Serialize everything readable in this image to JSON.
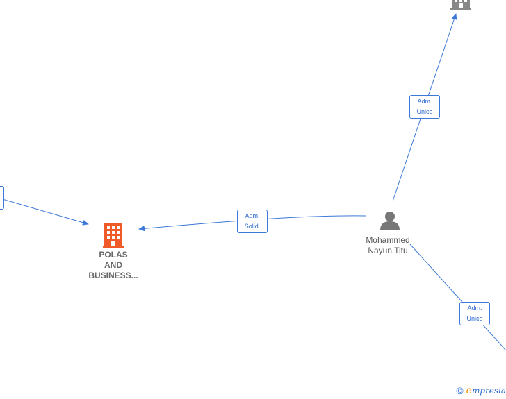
{
  "nodes": {
    "company": {
      "name_lines": [
        "POLAS",
        "AND",
        "BUSINESS..."
      ],
      "icon": "building-icon",
      "color": "#f05a28"
    },
    "person": {
      "name_lines": [
        "Mohammed",
        "Nayun Titu"
      ],
      "icon": "person-icon",
      "color": "#777777"
    },
    "top_company": {
      "icon": "building-icon",
      "color": "#888888"
    }
  },
  "edges": [
    {
      "from": "person",
      "to": "company",
      "label_lines": [
        "Adm.",
        "Solid."
      ]
    },
    {
      "from": "person",
      "to": "top_company",
      "label_lines": [
        "Adm.",
        "Unico"
      ]
    },
    {
      "from": "person",
      "to": "bottom_right",
      "label_lines": [
        "Adm.",
        "Unico"
      ]
    }
  ],
  "footer": {
    "copyright": "©",
    "brand_initial": "e",
    "brand_rest": "mpresia"
  },
  "colors": {
    "edge": "#3b78d8",
    "label_text": "#2e6bd0"
  }
}
